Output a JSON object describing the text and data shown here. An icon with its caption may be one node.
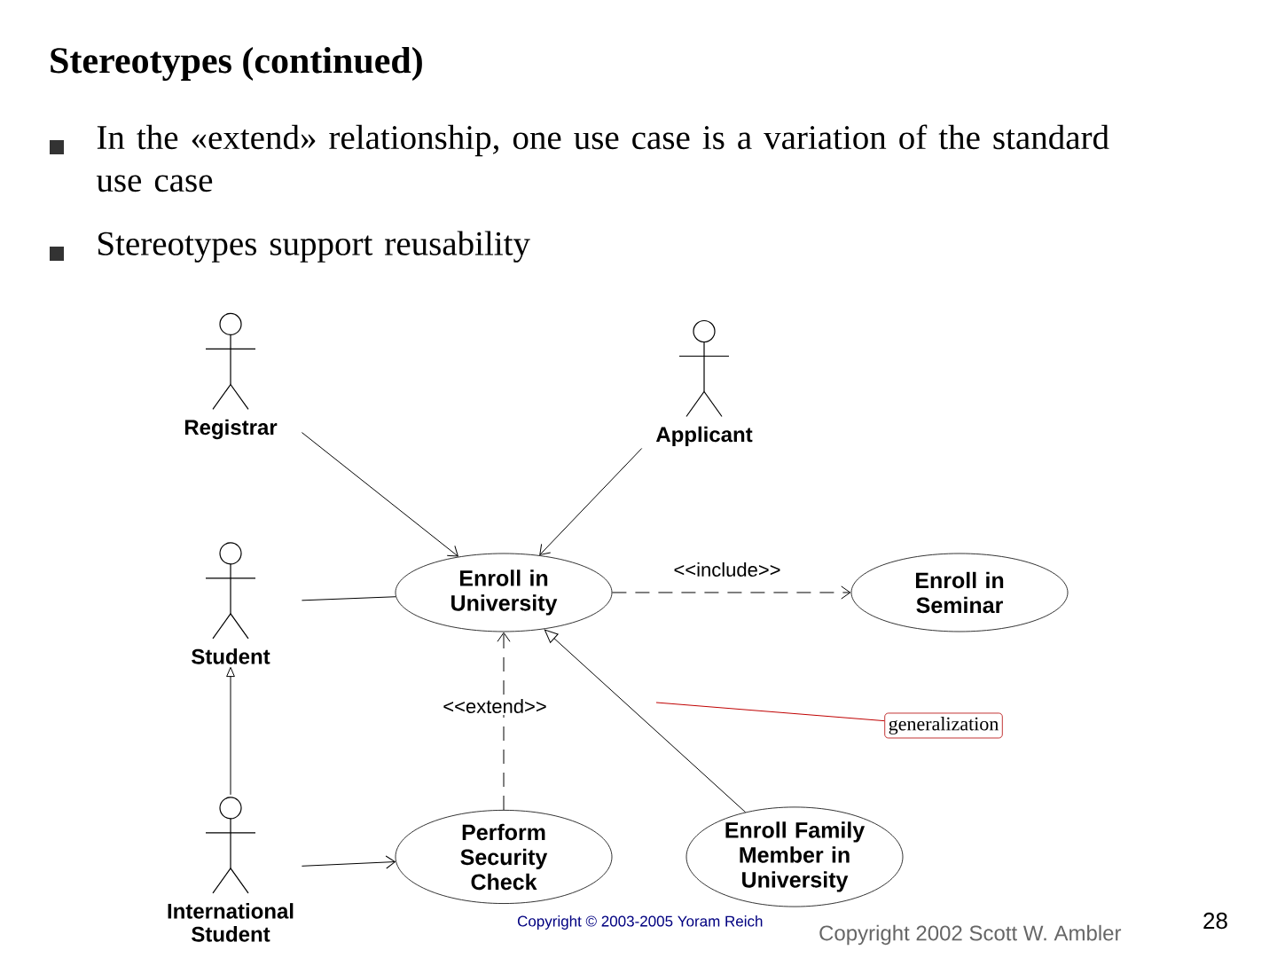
{
  "diagram": {
    "title": "Stereotypes (continued)",
    "nodes": [
      {
        "text": [
          "Registrar"
        ]
      },
      {
        "text": [
          "Applicant"
        ]
      },
      {
        "text": [
          "Enroll in University"
        ]
      },
      {
        "text": [
          "Enroll in Seminar"
        ]
      },
      {
        "text": [
          "Student"
        ]
      },
      {
        "text": [
          "International Student"
        ]
      },
      {
        "text": [
          "Perform Security Check"
        ]
      },
      {
        "text": [
          "Enroll Family Member in University"
        ]
      },
      {
        "text": [
          "generalization"
        ]
      }
    ],
    "edges": [
      {
        "from": 0,
        "to": 2,
        "arrow": "to"
      },
      {
        "from": 1,
        "to": 2,
        "arrow": "to"
      },
      {
        "from": 4,
        "to": 2,
        "arrow": "none"
      },
      {
        "from": 2,
        "to": 3,
        "arrow": "to",
        "label": "<<include>>",
        "style": "dashed"
      },
      {
        "from": 5,
        "to": 4,
        "arrow": "to"
      },
      {
        "from": 5,
        "to": 6,
        "arrow": "to"
      },
      {
        "from": 6,
        "to": 2,
        "arrow": "to",
        "label": "<<extend>>",
        "style": "dashed"
      },
      {
        "from": 7,
        "to": 2,
        "arrow": "to"
      },
      {
        "from": 8,
        "to": null,
        "arrow": "none",
        "color": "#c00000"
      }
    ],
    "labels": [
      "In the «extend» relationship, one use case is a variation of the standard use case",
      "Stereotypes support reusability",
      "Copyright © 2003-2005 Yoram Reich",
      "Copyright 2002 Scott W. Ambler",
      "28"
    ]
  }
}
